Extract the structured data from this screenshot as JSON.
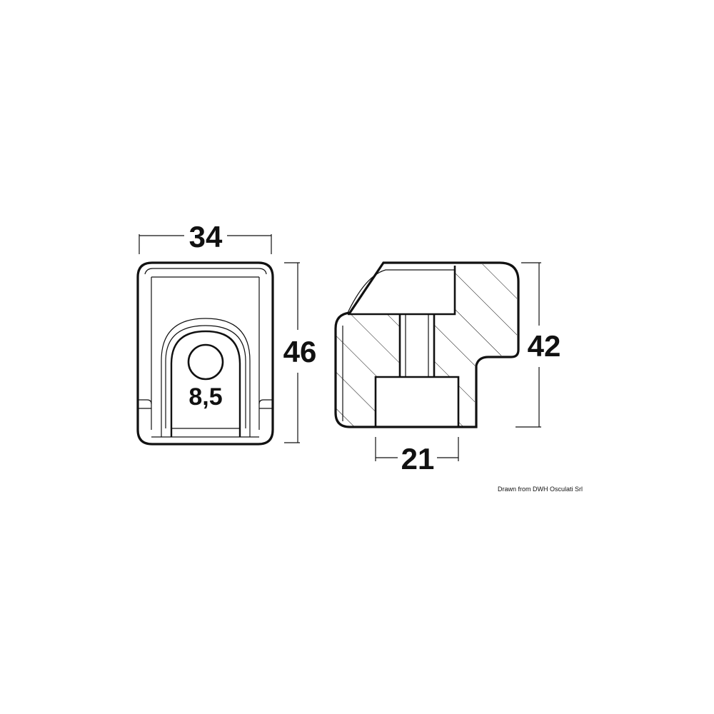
{
  "front_view": {
    "width_label": "34",
    "height_label": "46",
    "hole_label": "8,5"
  },
  "side_view": {
    "height_label": "42",
    "base_width_label": "21"
  },
  "credit": "Drawn from DWH Osculati Srl",
  "colors": {
    "line": "#111111",
    "background": "#ffffff"
  }
}
